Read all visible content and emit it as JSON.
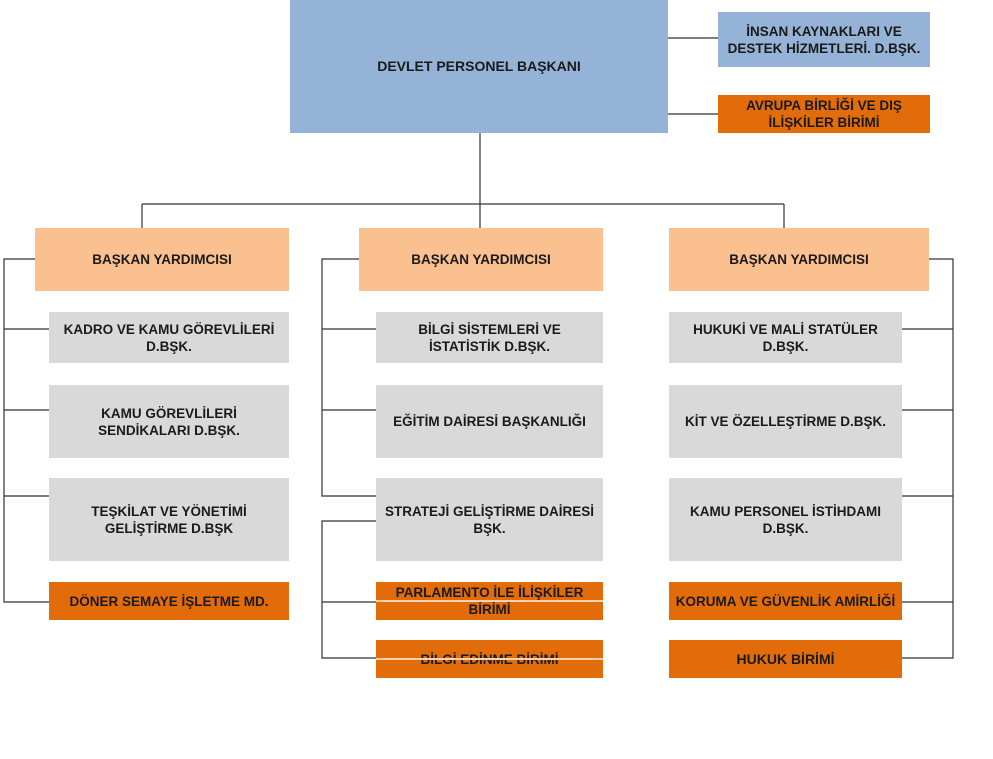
{
  "head": {
    "label": "DEVLET PERSONEL BAŞKANI"
  },
  "staff": [
    {
      "label": "İNSAN KAYNAKLARI VE DESTEK HİZMETLERİ. D.BŞK."
    },
    {
      "label": "AVRUPA BİRLİĞİ VE DIŞ İLİŞKİLER BİRİMİ"
    }
  ],
  "columns": [
    {
      "vice": "BAŞKAN YARDIMCISI",
      "units": [
        "KADRO VE KAMU GÖREVLİLERİ D.BŞK.",
        "KAMU GÖREVLİLERİ SENDİKALARI D.BŞK.",
        "TEŞKİLAT VE YÖNETİMİ GELİŞTİRME D.BŞK",
        "DÖNER SEMAYE İŞLETME MD."
      ]
    },
    {
      "vice": "BAŞKAN YARDIMCISI",
      "units": [
        "BİLGİ SİSTEMLERİ VE İSTATİSTİK D.BŞK.",
        "EĞİTİM  DAİRESİ BAŞKANLIĞI",
        "STRATEJİ GELİŞTİRME DAİRESİ BŞK.",
        "PARLAMENTO İLE İLİŞKİLER BİRİMİ",
        "BİLGİ EDİNME BİRİMİ"
      ]
    },
    {
      "vice": "BAŞKAN YARDIMCISI",
      "units": [
        "HUKUKİ VE MALİ STATÜLER D.BŞK.",
        "KİT VE ÖZELLEŞTİRME D.BŞK.",
        "KAMU PERSONEL İSTİHDAMI D.BŞK.",
        "KORUMA VE GÜVENLİK AMİRLİĞİ",
        "HUKUK BİRİMİ"
      ]
    }
  ],
  "colors": {
    "blue": "#95b3d7",
    "peach": "#fac090",
    "gray": "#d9d9d9",
    "orange": "#e36c0a",
    "line": "#333333"
  }
}
